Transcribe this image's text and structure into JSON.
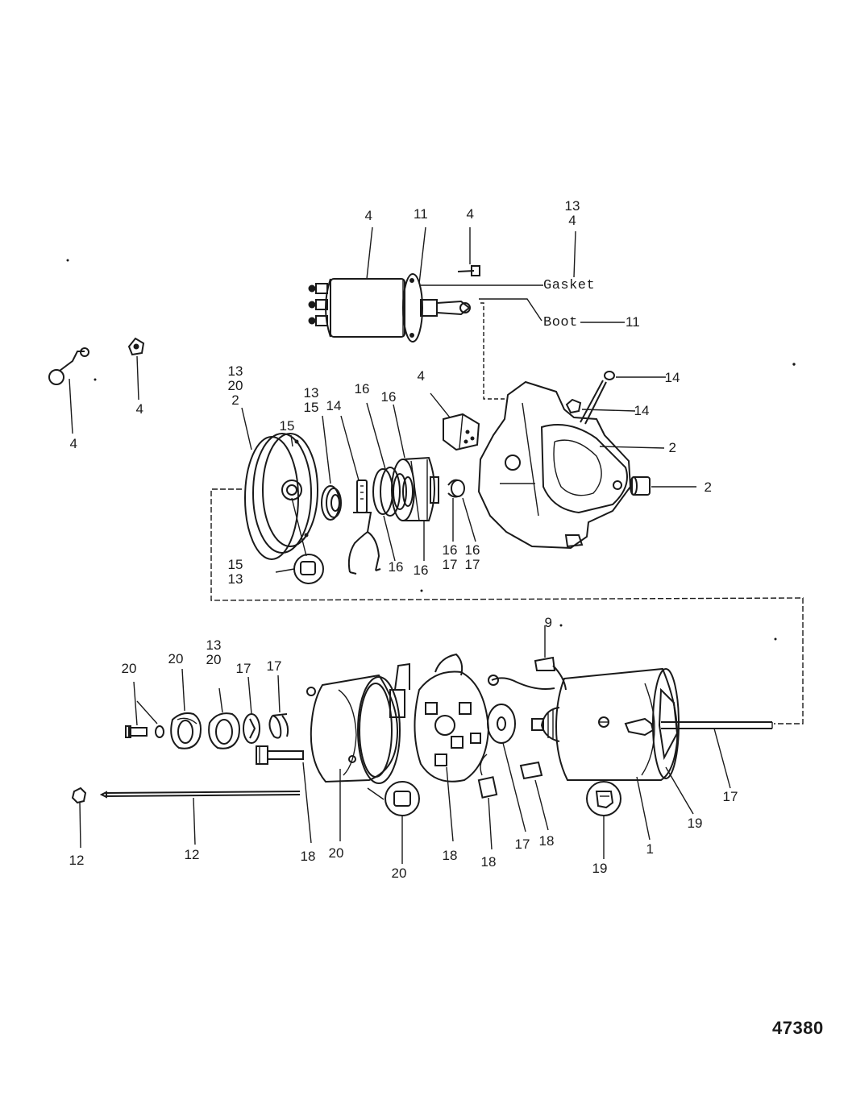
{
  "figure_number": "47380",
  "callouts": {
    "gasket": "Gasket",
    "boot": "Boot"
  },
  "labels": [
    {
      "id": "l01",
      "text": "4"
    },
    {
      "id": "l02",
      "text": "11"
    },
    {
      "id": "l03",
      "text": "4"
    },
    {
      "id": "l04",
      "text": "13\n4"
    },
    {
      "id": "l05",
      "text": "11"
    },
    {
      "id": "l06",
      "text": "4"
    },
    {
      "id": "l07",
      "text": "4"
    },
    {
      "id": "l08",
      "text": "13\n20\n2"
    },
    {
      "id": "l09",
      "text": "15"
    },
    {
      "id": "l10",
      "text": "13\n15"
    },
    {
      "id": "l11",
      "text": "14"
    },
    {
      "id": "l12",
      "text": "16"
    },
    {
      "id": "l13",
      "text": "16"
    },
    {
      "id": "l14",
      "text": "4"
    },
    {
      "id": "l15",
      "text": "14"
    },
    {
      "id": "l16",
      "text": "14"
    },
    {
      "id": "l17",
      "text": "2"
    },
    {
      "id": "l18",
      "text": "2"
    },
    {
      "id": "l19",
      "text": "15\n13"
    },
    {
      "id": "l20",
      "text": "16"
    },
    {
      "id": "l21",
      "text": "16"
    },
    {
      "id": "l22",
      "text": "16\n17"
    },
    {
      "id": "l23",
      "text": "16\n17"
    },
    {
      "id": "l24",
      "text": "9"
    },
    {
      "id": "l25",
      "text": "20"
    },
    {
      "id": "l26",
      "text": "20"
    },
    {
      "id": "l27",
      "text": "13\n20"
    },
    {
      "id": "l28",
      "text": "17"
    },
    {
      "id": "l29",
      "text": "17"
    },
    {
      "id": "l30",
      "text": "12"
    },
    {
      "id": "l31",
      "text": "12"
    },
    {
      "id": "l32",
      "text": "18"
    },
    {
      "id": "l33",
      "text": "20"
    },
    {
      "id": "l34",
      "text": "20"
    },
    {
      "id": "l35",
      "text": "18"
    },
    {
      "id": "l36",
      "text": "18"
    },
    {
      "id": "l37",
      "text": "17"
    },
    {
      "id": "l38",
      "text": "18"
    },
    {
      "id": "l39",
      "text": "1"
    },
    {
      "id": "l40",
      "text": "19"
    },
    {
      "id": "l41",
      "text": "19"
    },
    {
      "id": "l42",
      "text": "17"
    }
  ]
}
